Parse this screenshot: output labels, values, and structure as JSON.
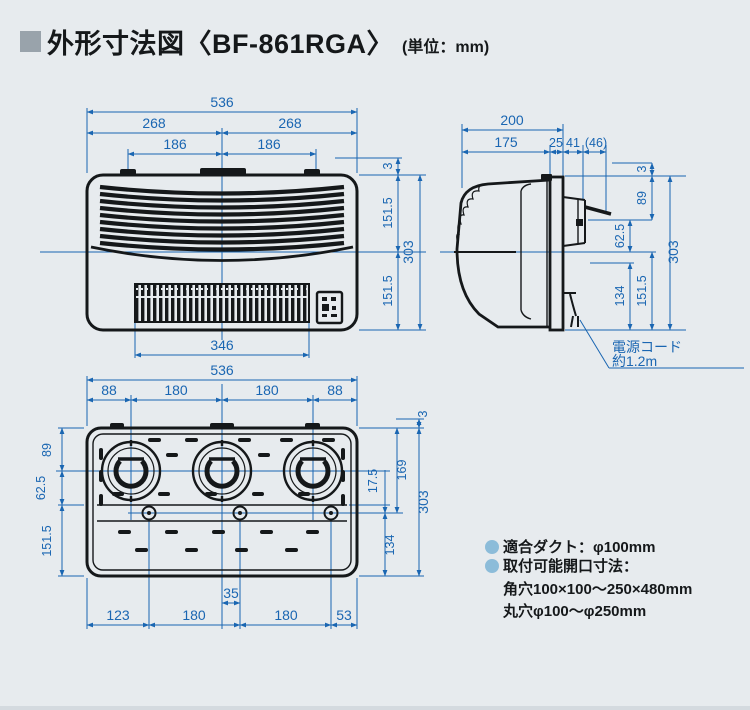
{
  "title": {
    "heading": "外形寸法図〈BF-861RGA〉",
    "unit": "(単位：mm)"
  },
  "colors": {
    "background": "#e7ebee",
    "dimension_blue": "#1a66b2",
    "drawing_black": "#15181a",
    "note_bullet_blue": "#8cbcd9",
    "title_square_gray": "#99a3ab"
  },
  "views": {
    "front": {
      "dims": {
        "total_width": "536",
        "half_width_left": "268",
        "half_width_right": "268",
        "tab_pitch_left": "186",
        "tab_pitch_right": "186",
        "tab_height": "3",
        "upper_height": "151.5",
        "lower_height": "151.5",
        "total_height": "303",
        "grille_width": "346"
      }
    },
    "side": {
      "dims": {
        "total_depth": "200",
        "body_depth": "175",
        "back_panel_depth": "25",
        "duct_length": "41",
        "damper_length": "(46)",
        "tab_height": "3",
        "top_to_duct_center": "89",
        "duct_center_to_mid": "62.5",
        "lower_height": "151.5",
        "cord_height": "134",
        "total_height": "303"
      },
      "cord_note": {
        "line1": "電源コード",
        "line2": "約1.2m"
      }
    },
    "rear": {
      "dims": {
        "total_width": "536",
        "duct_edge_left": "88",
        "duct_pitch_left": "180",
        "duct_pitch_right": "180",
        "duct_edge_right": "88",
        "tab_height": "3",
        "top_to_duct_center": "89",
        "duct_center_to_mid": "62.5",
        "lower_height": "151.5",
        "top_to_screw": "169",
        "mid_to_screw": "17.5",
        "screw_to_bottom": "134",
        "total_height": "303",
        "screw_offset": "35",
        "screw_edge_left": "123",
        "screw_pitch_left": "180",
        "screw_pitch_right": "180",
        "screw_edge_right": "53"
      }
    }
  },
  "notes": {
    "duct": "適合ダクト：φ100mm",
    "opening_title": "取付可能開口寸法：",
    "opening_square": "角穴100×100〜250×480mm",
    "opening_round": "丸穴φ100〜φ250mm"
  }
}
